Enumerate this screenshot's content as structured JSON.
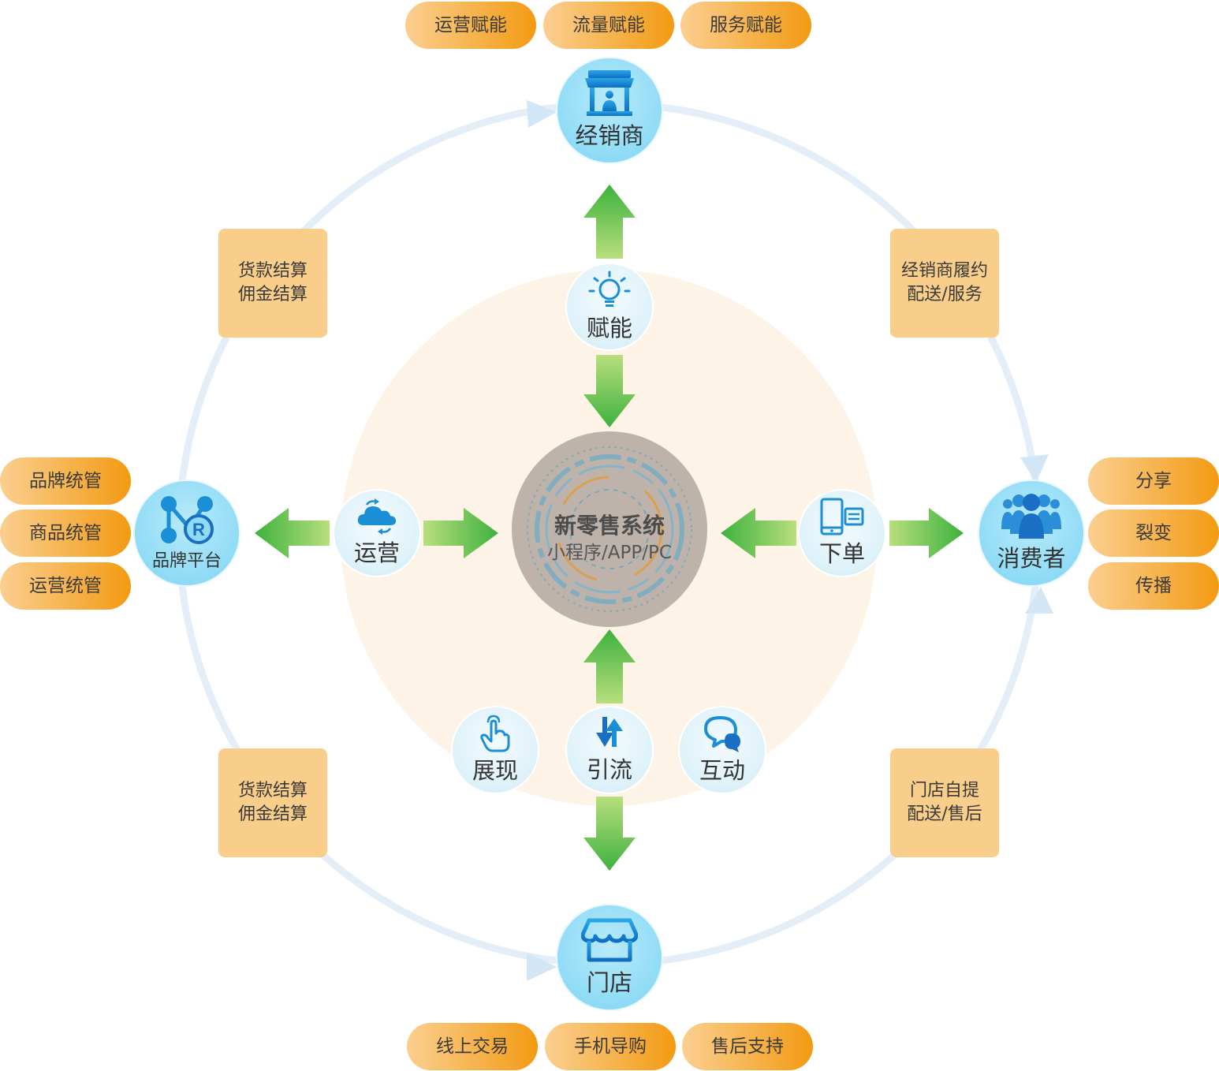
{
  "center": {
    "title": "新零售系统",
    "subtitle": "小程序/APP/PC"
  },
  "nodes": {
    "top": "经销商",
    "left": "品牌平台",
    "right": "消费者",
    "bottom": "门店"
  },
  "inner": {
    "empower": "赋能",
    "operate": "运营",
    "order": "下单",
    "display": "展现",
    "traffic": "引流",
    "interact": "互动"
  },
  "pills": {
    "top": [
      "运营赋能",
      "流量赋能",
      "服务赋能"
    ],
    "left": [
      "品牌统管",
      "商品统管",
      "运营统管"
    ],
    "right": [
      "分享",
      "裂变",
      "传播"
    ],
    "bottom": [
      "线上交易",
      "手机导购",
      "售后支持"
    ]
  },
  "boxes": {
    "top_left": [
      "货款结算",
      "佣金结算"
    ],
    "top_right": [
      "经销商履约",
      "配送/服务"
    ],
    "bottom_left": [
      "货款结算",
      "佣金结算"
    ],
    "bottom_right": [
      "门店自提",
      "配送/售后"
    ]
  },
  "colors": {
    "ring": "#e3eef8",
    "halo": "#fdf3e6",
    "arrow_dark": "#3db23c",
    "arrow_light": "#b9de7e",
    "pill": "#f39a12",
    "box": "#f9ce8a",
    "node": "#8fdbf6",
    "icon": "#1a8fd6"
  }
}
